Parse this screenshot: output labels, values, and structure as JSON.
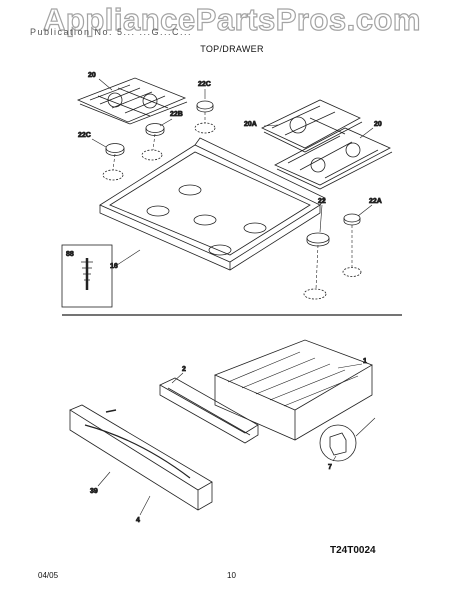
{
  "watermark": "AppliancePartsPros.com",
  "header": {
    "line": "Publication No. 5... ...G...C...",
    "section": "TOP/DRAWER"
  },
  "callouts": {
    "c20_left": "20",
    "c22c_top": "22C",
    "c22b": "22B",
    "c22c_left": "22C",
    "c20a": "20A",
    "c20_right": "20",
    "c22": "22",
    "c22a": "22A",
    "c88": "88",
    "c16": "16",
    "c1": "1",
    "c2": "2",
    "c7": "7",
    "c39": "39",
    "c4": "4"
  },
  "drawing_code": "T24T0024",
  "footer": {
    "date": "04/05",
    "page": "10"
  },
  "colors": {
    "line": "#222222",
    "watermark_stroke": "#9a9a9a",
    "background": "#ffffff"
  }
}
